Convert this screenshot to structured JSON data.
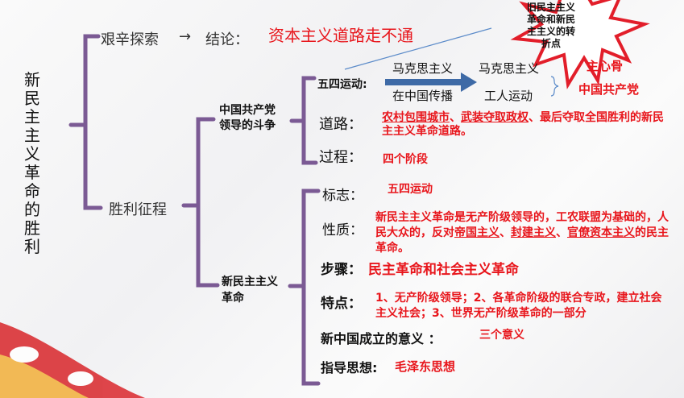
{
  "title_vertical": "新民主主义革命的胜利",
  "explore": {
    "label": "艰辛探索",
    "arrow": "→",
    "conclusion_label": "结论：",
    "conclusion": "资本主义道路走不通"
  },
  "victory": {
    "label": "胜利征程"
  },
  "ccp_struggle": {
    "label": "中国共产党领导的斗争",
    "may4": {
      "label": "五四运动:",
      "left_top": "马克思主义",
      "left_bottom": "在中国传播",
      "right_top": "马克思主义",
      "right_bottom": "工人运动",
      "backbone": "主心骨",
      "party": "中国共产党"
    },
    "star": "旧民主主义革命和新民主主义的转折点",
    "road": {
      "label": "道路：",
      "parts": [
        "农村包围城市",
        "、",
        "武装夺取政权",
        "、最后夺取全国胜利的新民主主义革命道路。"
      ]
    },
    "process": {
      "label": "过程：",
      "value": "四个阶段"
    }
  },
  "nd_revolution": {
    "label": "新民主主义革命",
    "sign": {
      "label": "标志：",
      "value": "五四运动"
    },
    "nature": {
      "label": "性质：",
      "parts": [
        "新民主主义革命是无产阶级领导的，工农联盟为基础的，人民大众的，反对",
        "帝国主义",
        "、",
        "封建主义",
        "、",
        "官僚资本主义",
        "的民主革命。"
      ]
    },
    "steps": {
      "label": "步骤：",
      "value": "民主革命和社会主义革命"
    },
    "features": {
      "label": "特点：",
      "value": "1、无产阶级领导；2、各革命阶级的联合专政，建立社会主义社会；3、世界无产阶级革命的一部分"
    },
    "significance": {
      "label": "新中国成立的意义 ：",
      "value": "三个意义"
    },
    "guide": {
      "label": "指导思想:",
      "value": "毛泽东思想"
    }
  }
}
